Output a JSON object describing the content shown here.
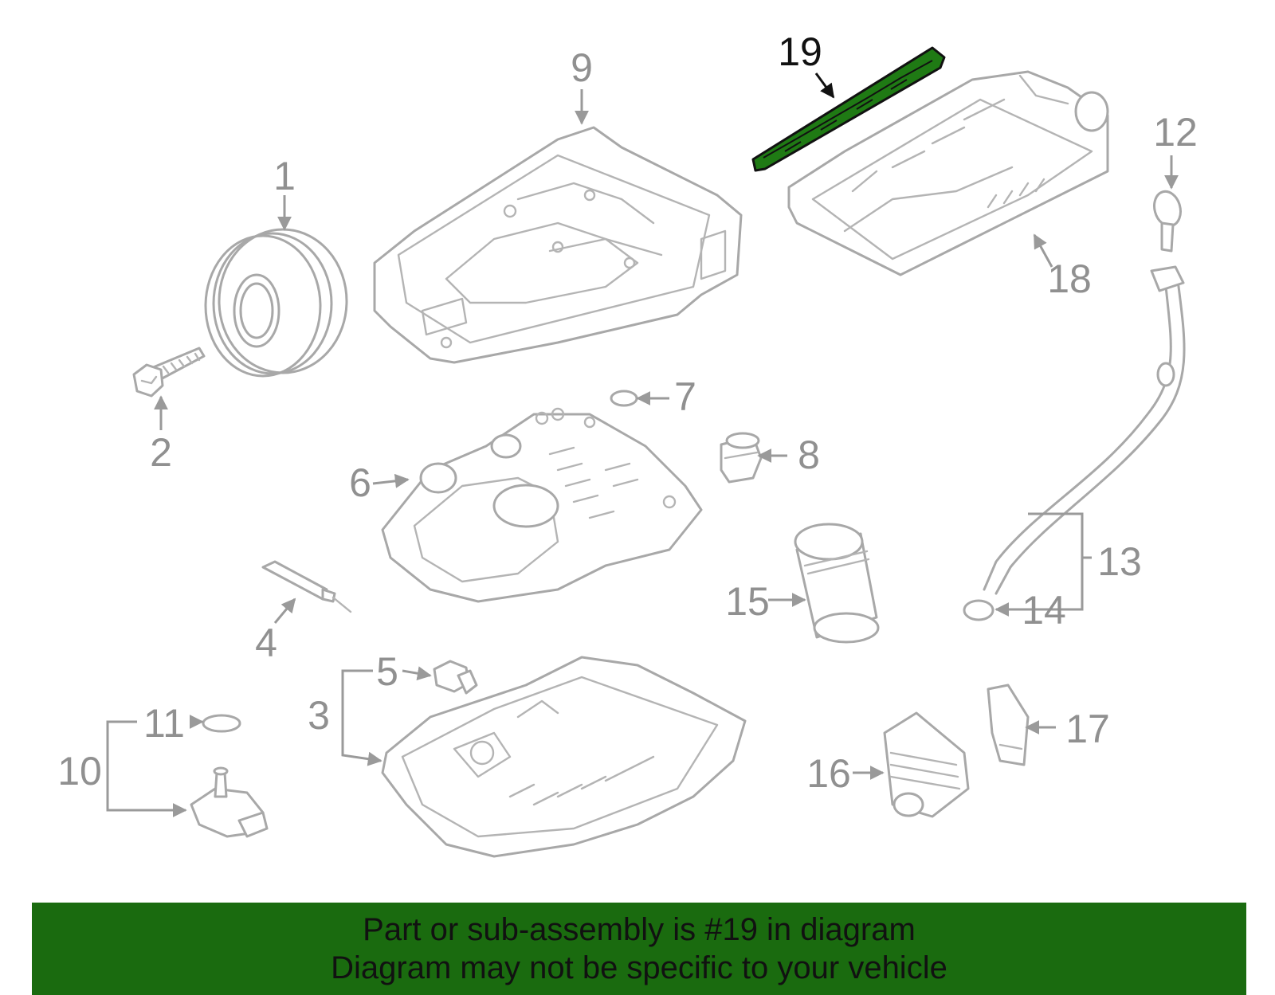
{
  "highlight": {
    "part_number": "19",
    "color": "#1a6b0f"
  },
  "callouts": {
    "c1": "1",
    "c2": "2",
    "c3": "3",
    "c4": "4",
    "c5": "5",
    "c6": "6",
    "c7": "7",
    "c8": "8",
    "c9": "9",
    "c10": "10",
    "c11": "11",
    "c12": "12",
    "c13": "13",
    "c14": "14",
    "c15": "15",
    "c16": "16",
    "c17": "17",
    "c18": "18",
    "c19": "19"
  },
  "banner": {
    "line1": "Part or sub-assembly is #19 in diagram",
    "line2": "Diagram may not be specific to your vehicle",
    "background": "#1a6b0f"
  }
}
